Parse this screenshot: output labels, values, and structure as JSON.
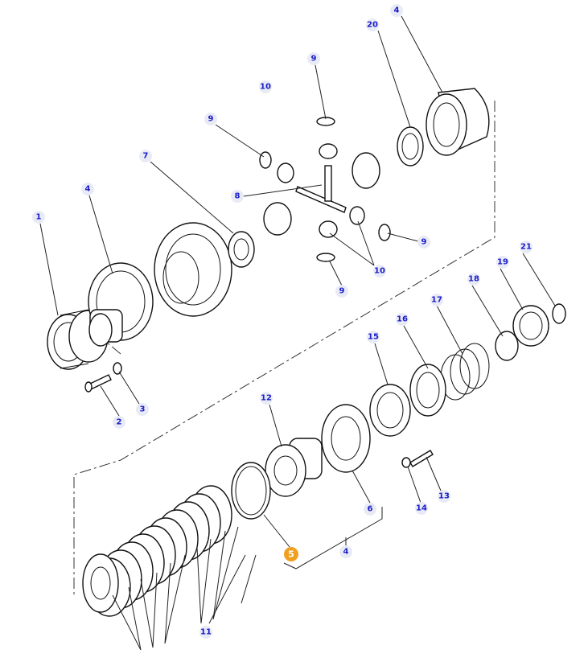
{
  "diagram": {
    "title": "Differential assembly exploded view",
    "callouts": [
      "4",
      "20",
      "9",
      "10",
      "9",
      "7",
      "4",
      "8",
      "1",
      "9",
      "10",
      "9",
      "21",
      "19",
      "18",
      "17",
      "16",
      "15",
      "2",
      "3",
      "12",
      "13",
      "14",
      "6",
      "5",
      "4",
      "11"
    ],
    "highlighted_callout": "5",
    "colors": {
      "callout_bg": "#e8ebf5",
      "callout_text": "#1c1cc8",
      "highlight": "#f0a020"
    }
  }
}
